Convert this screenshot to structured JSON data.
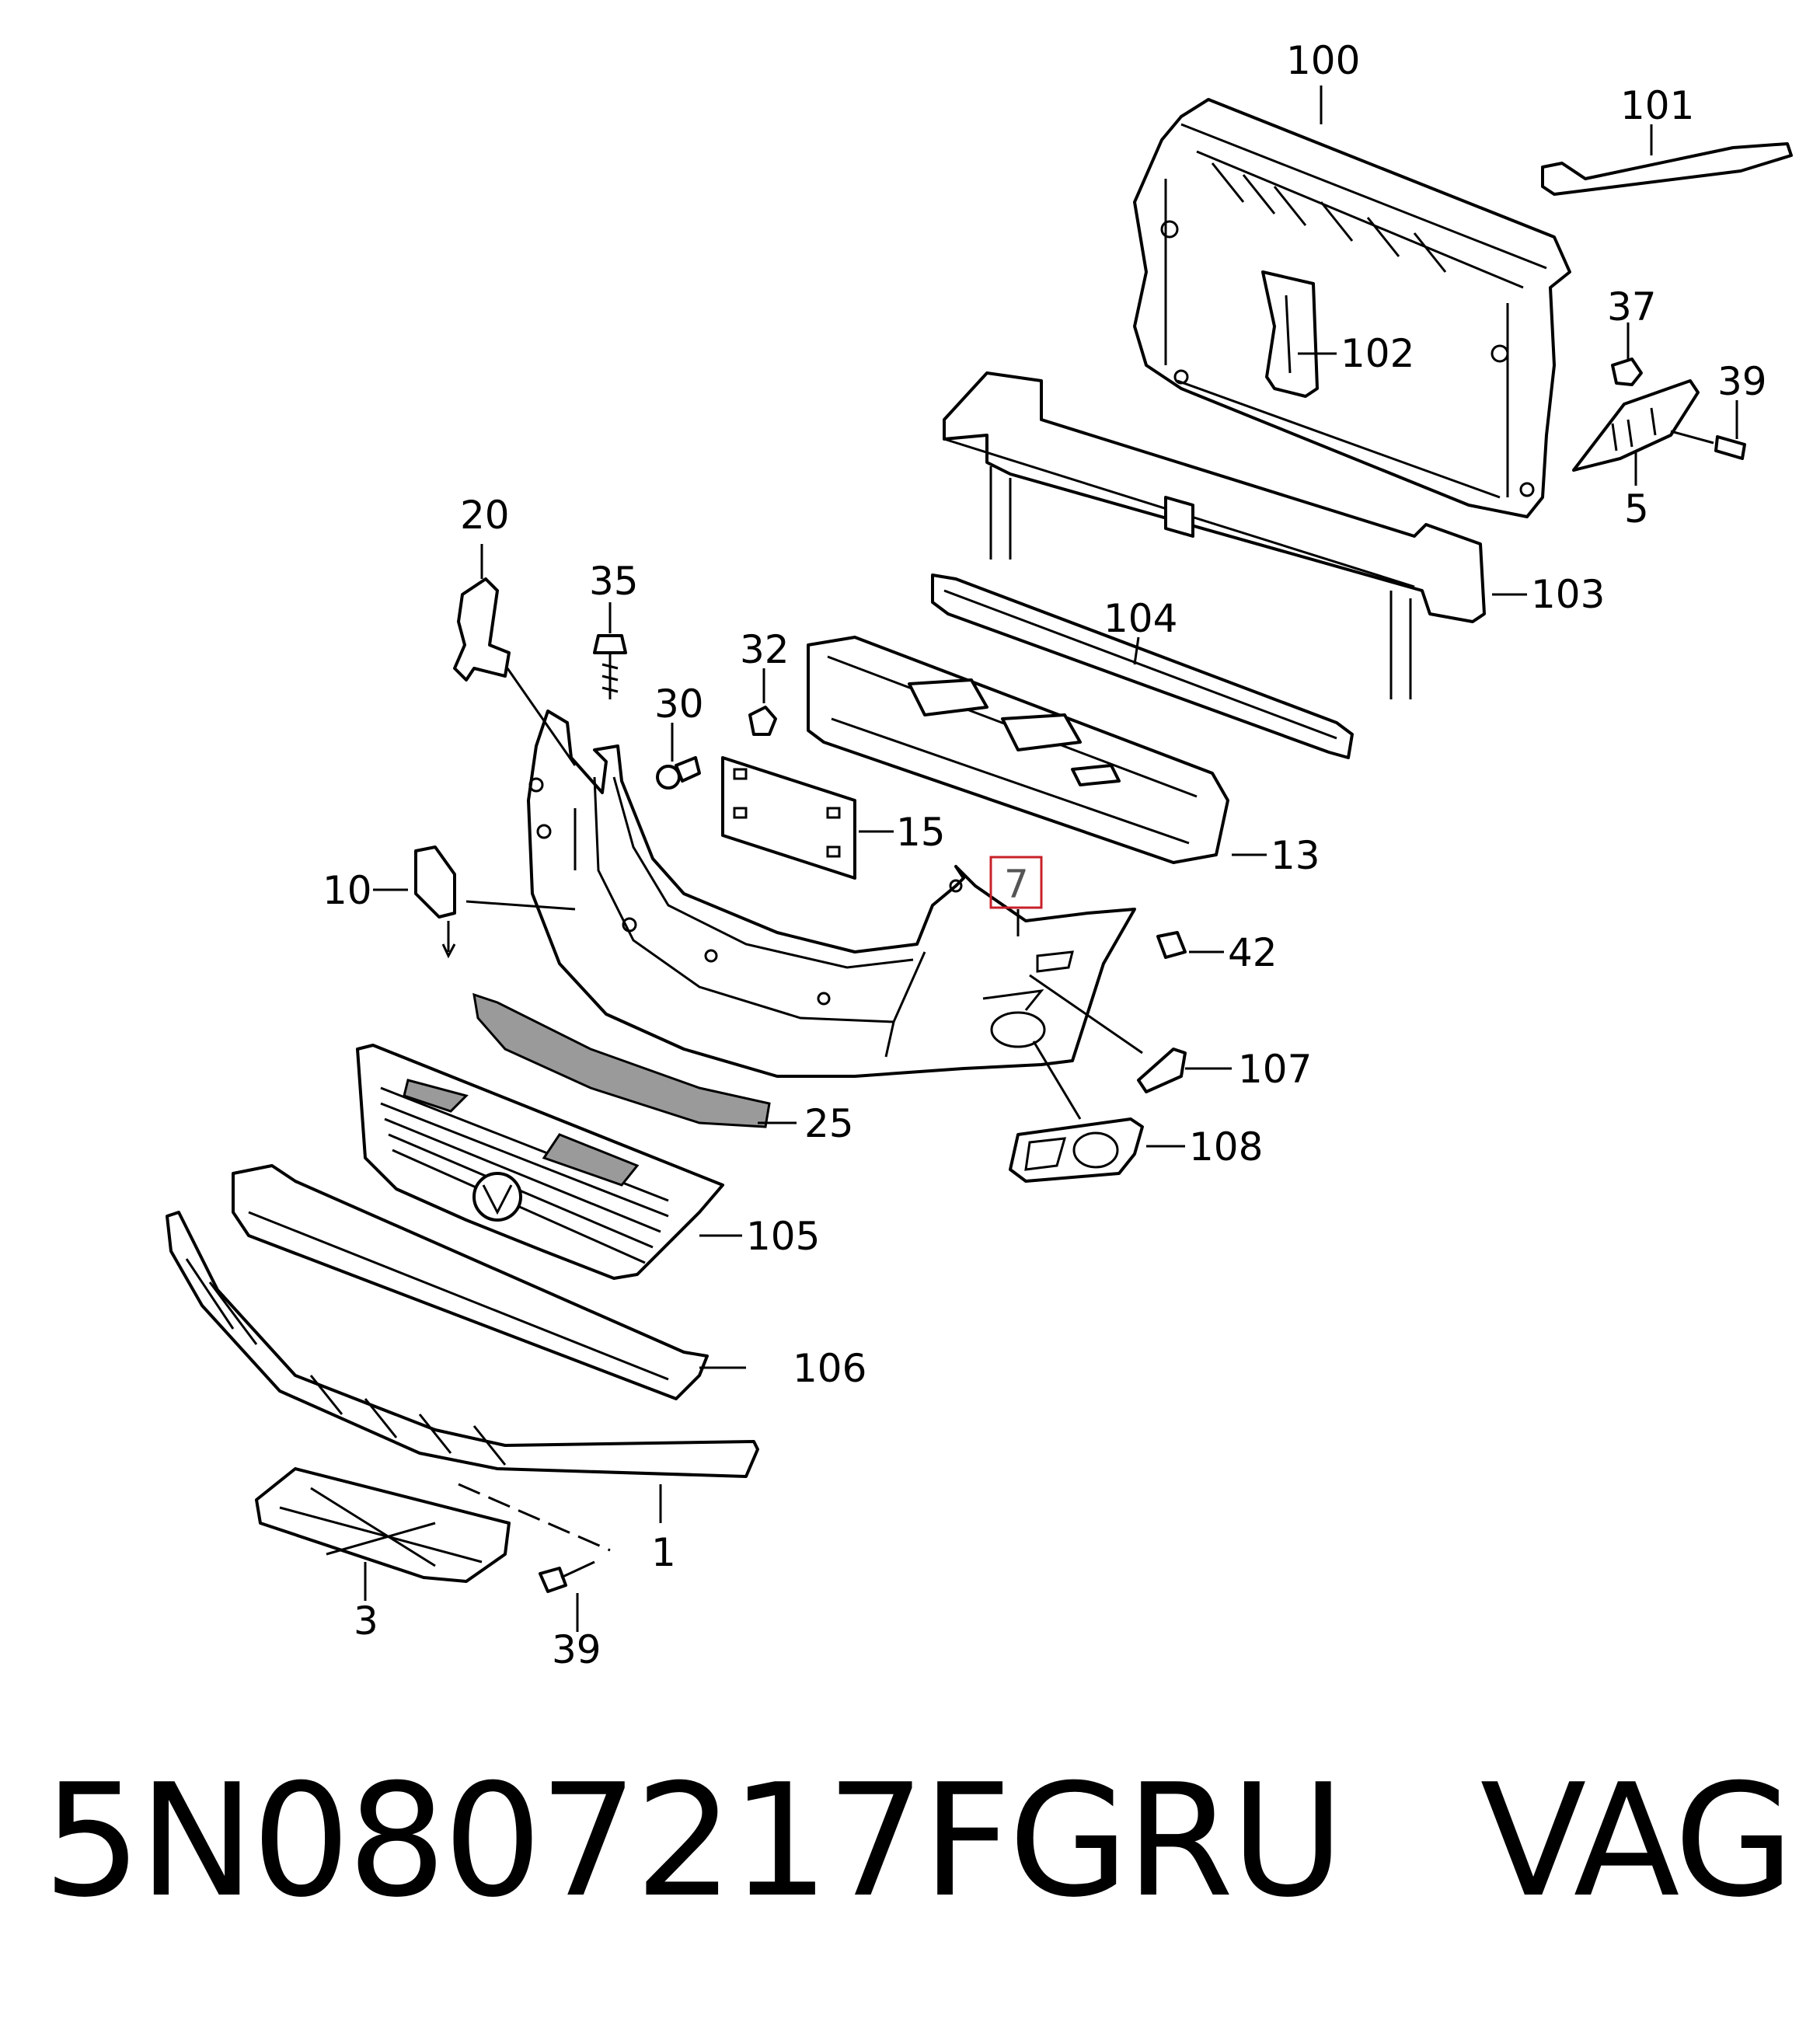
{
  "labels": {
    "p100": "100",
    "p101": "101",
    "p102": "102",
    "p37": "37",
    "p39a": "39",
    "p5": "5",
    "p103": "103",
    "p104": "104",
    "p20": "20",
    "p35": "35",
    "p32": "32",
    "p30": "30",
    "p15": "15",
    "p13": "13",
    "p10": "10",
    "p7": "7",
    "p42": "42",
    "p107": "107",
    "p25": "25",
    "p108": "108",
    "p105": "105",
    "p106": "106",
    "p1": "1",
    "p3": "3",
    "p39b": "39"
  },
  "highlight_color": "#c8202a",
  "footer": {
    "part_number": "5N0807217FGRU",
    "brand": "VAG"
  }
}
